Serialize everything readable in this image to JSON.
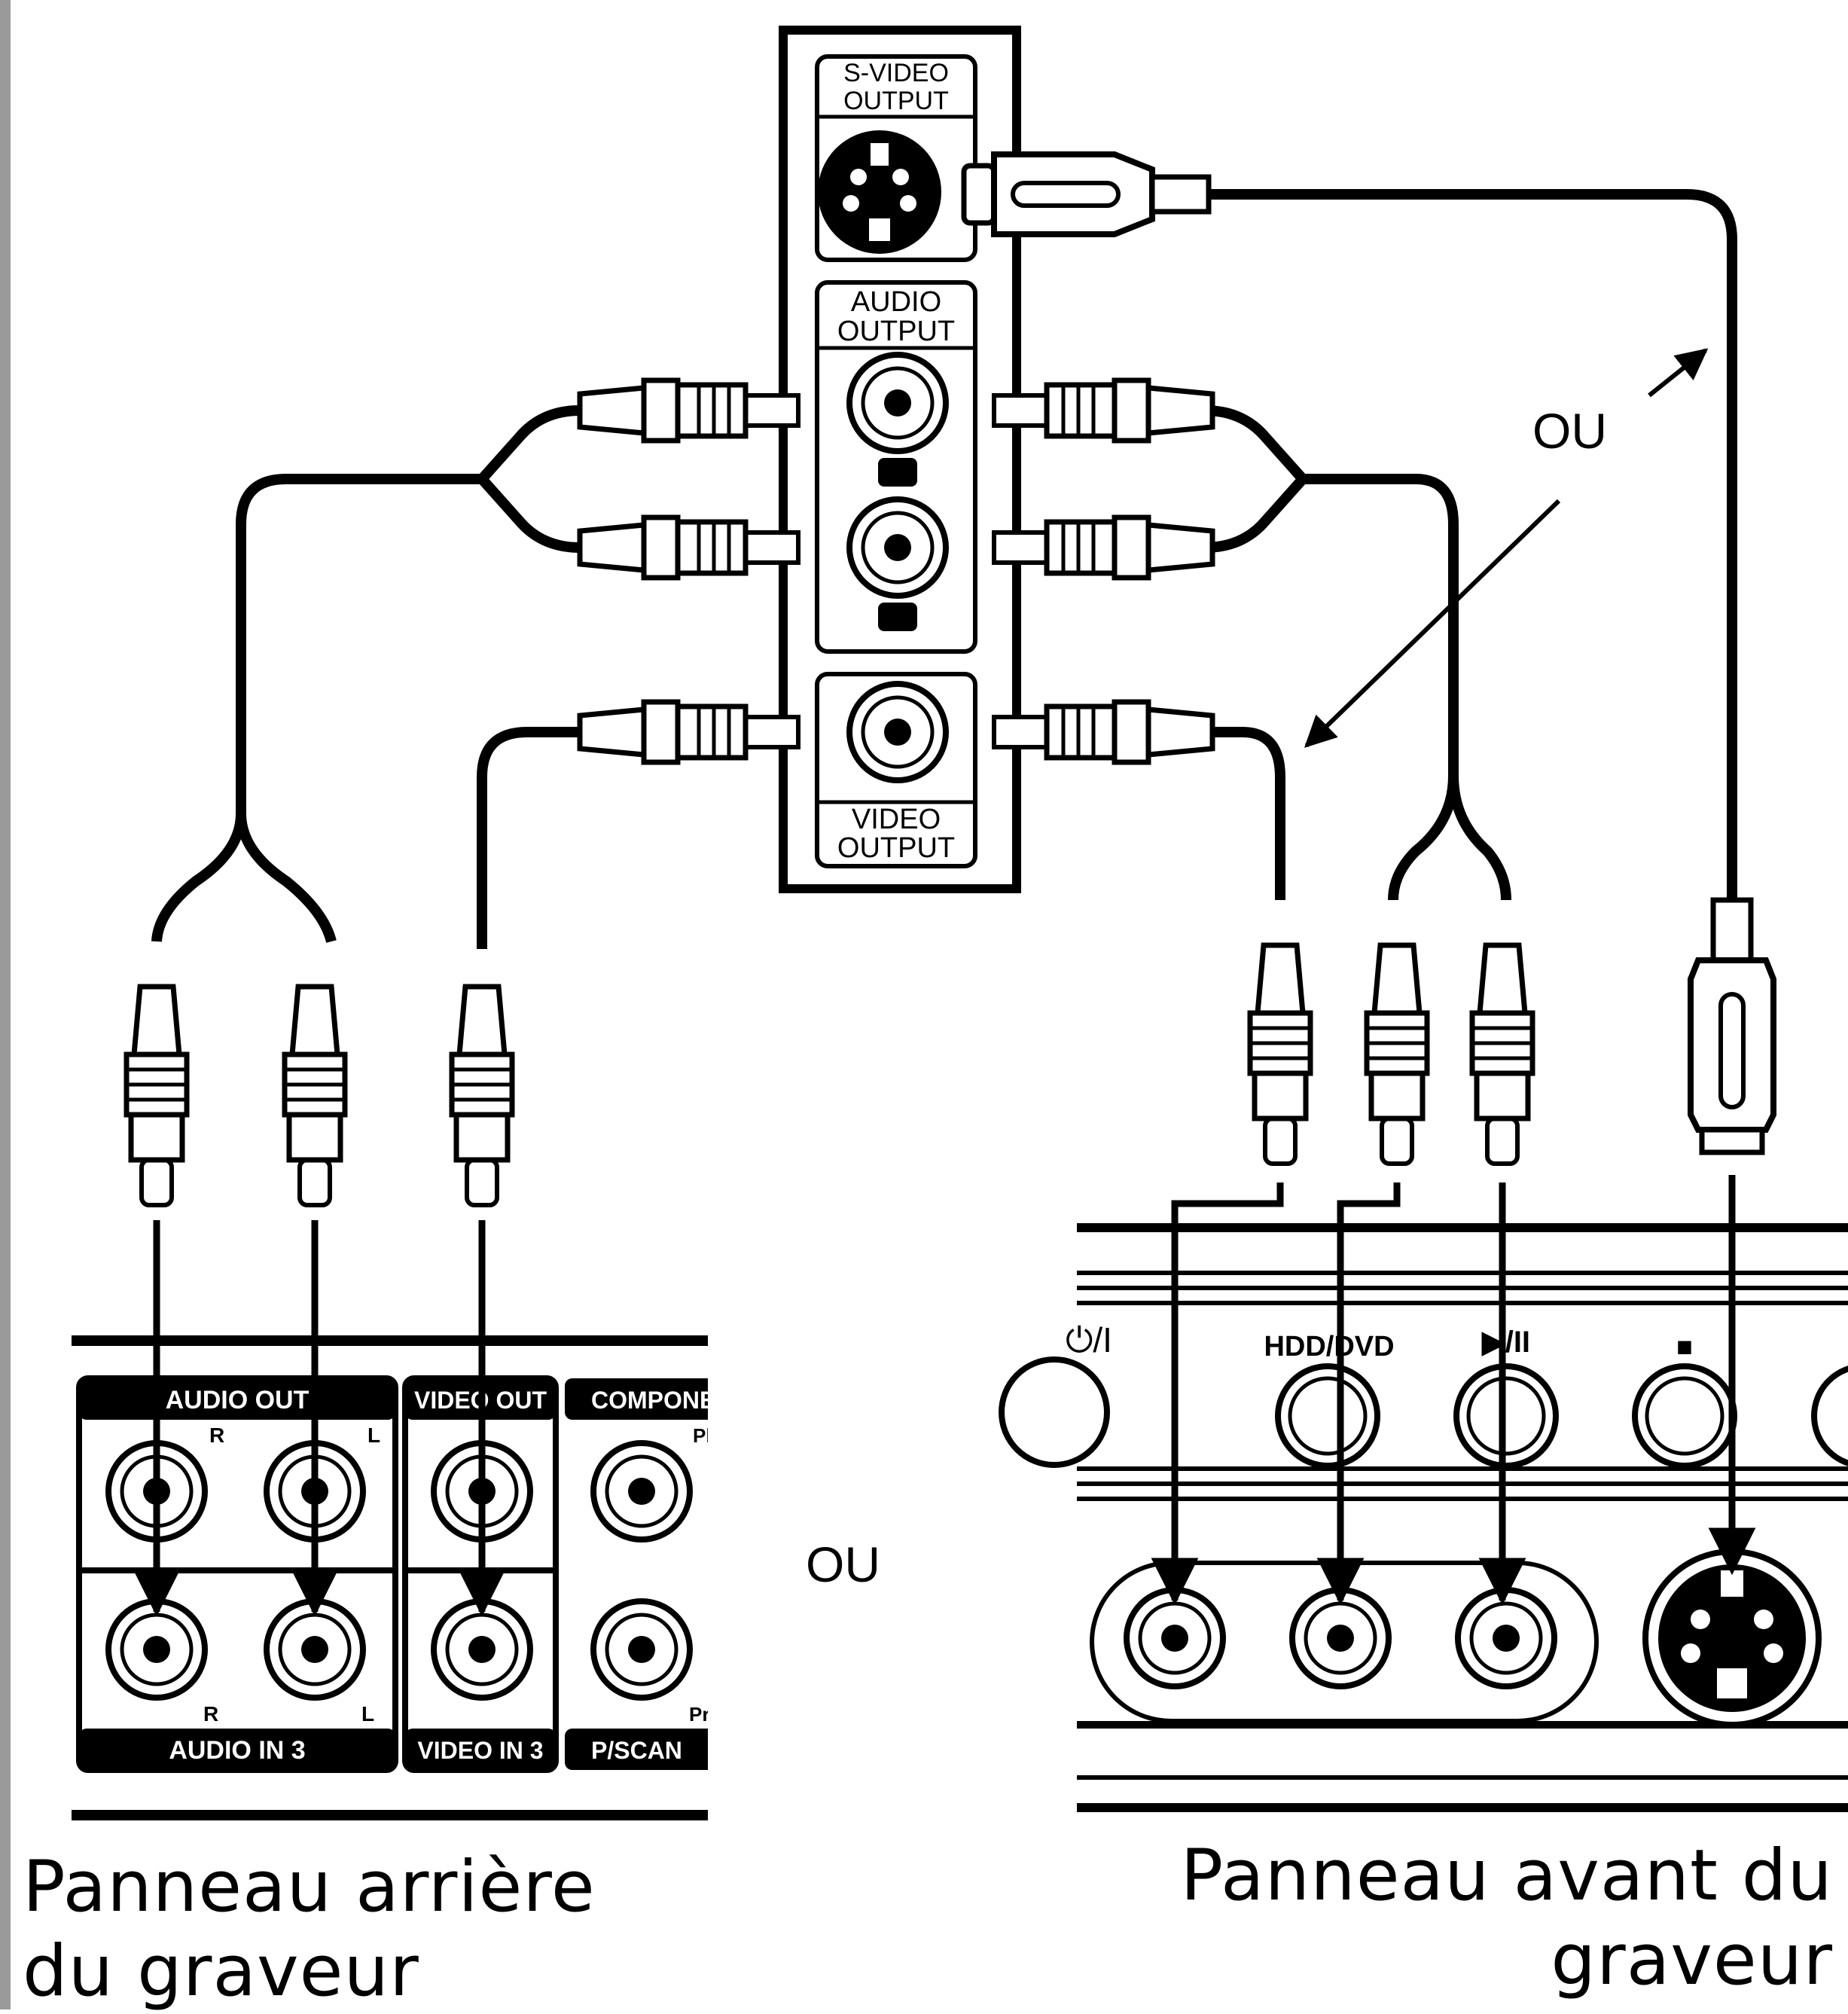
{
  "device_panel": {
    "svideo_label": [
      "S-VIDEO",
      "OUTPUT"
    ],
    "audio_label": [
      "AUDIO",
      "OUTPUT"
    ],
    "video_label": [
      "VIDEO",
      "OUTPUT"
    ]
  },
  "or_text": "OU",
  "rear_panel": {
    "audio_out": "AUDIO OUT",
    "video_out": "VIDEO OUT",
    "component": "COMPONENT",
    "audio_in": "AUDIO IN 3",
    "video_in": "VIDEO IN 3",
    "pscan": "P/SCAN",
    "r": "R",
    "l": "L",
    "pb": "Pb",
    "pr": "Pr"
  },
  "front_panel": {
    "power": "⏻/I",
    "hdd_dvd": "HDD/DVD",
    "play_pause": "▶/II",
    "stop": "■"
  },
  "captions": {
    "rear": [
      "Panneau arrière",
      "du graveur"
    ],
    "front": [
      "Panneau avant du",
      "graveur"
    ]
  }
}
